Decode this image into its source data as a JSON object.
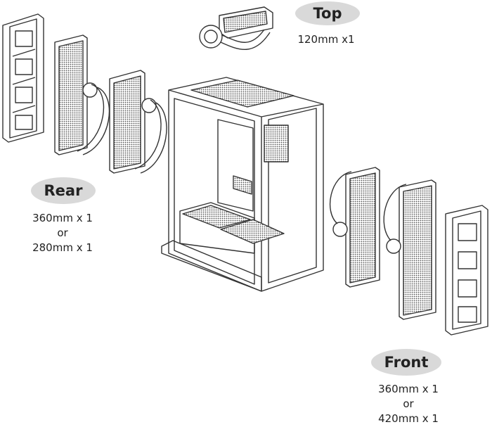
{
  "top": {
    "badge": "Top",
    "lines": [
      "120mm x1"
    ]
  },
  "rear": {
    "badge": "Rear",
    "lines": [
      "360mm x 1",
      "or",
      "280mm x 1"
    ]
  },
  "front": {
    "badge": "Front",
    "lines": [
      "360mm x 1",
      "or",
      "420mm x 1"
    ]
  },
  "colors": {
    "line": "#333333",
    "badge_bg": "#d9d9d9",
    "mesh": "#555555"
  }
}
